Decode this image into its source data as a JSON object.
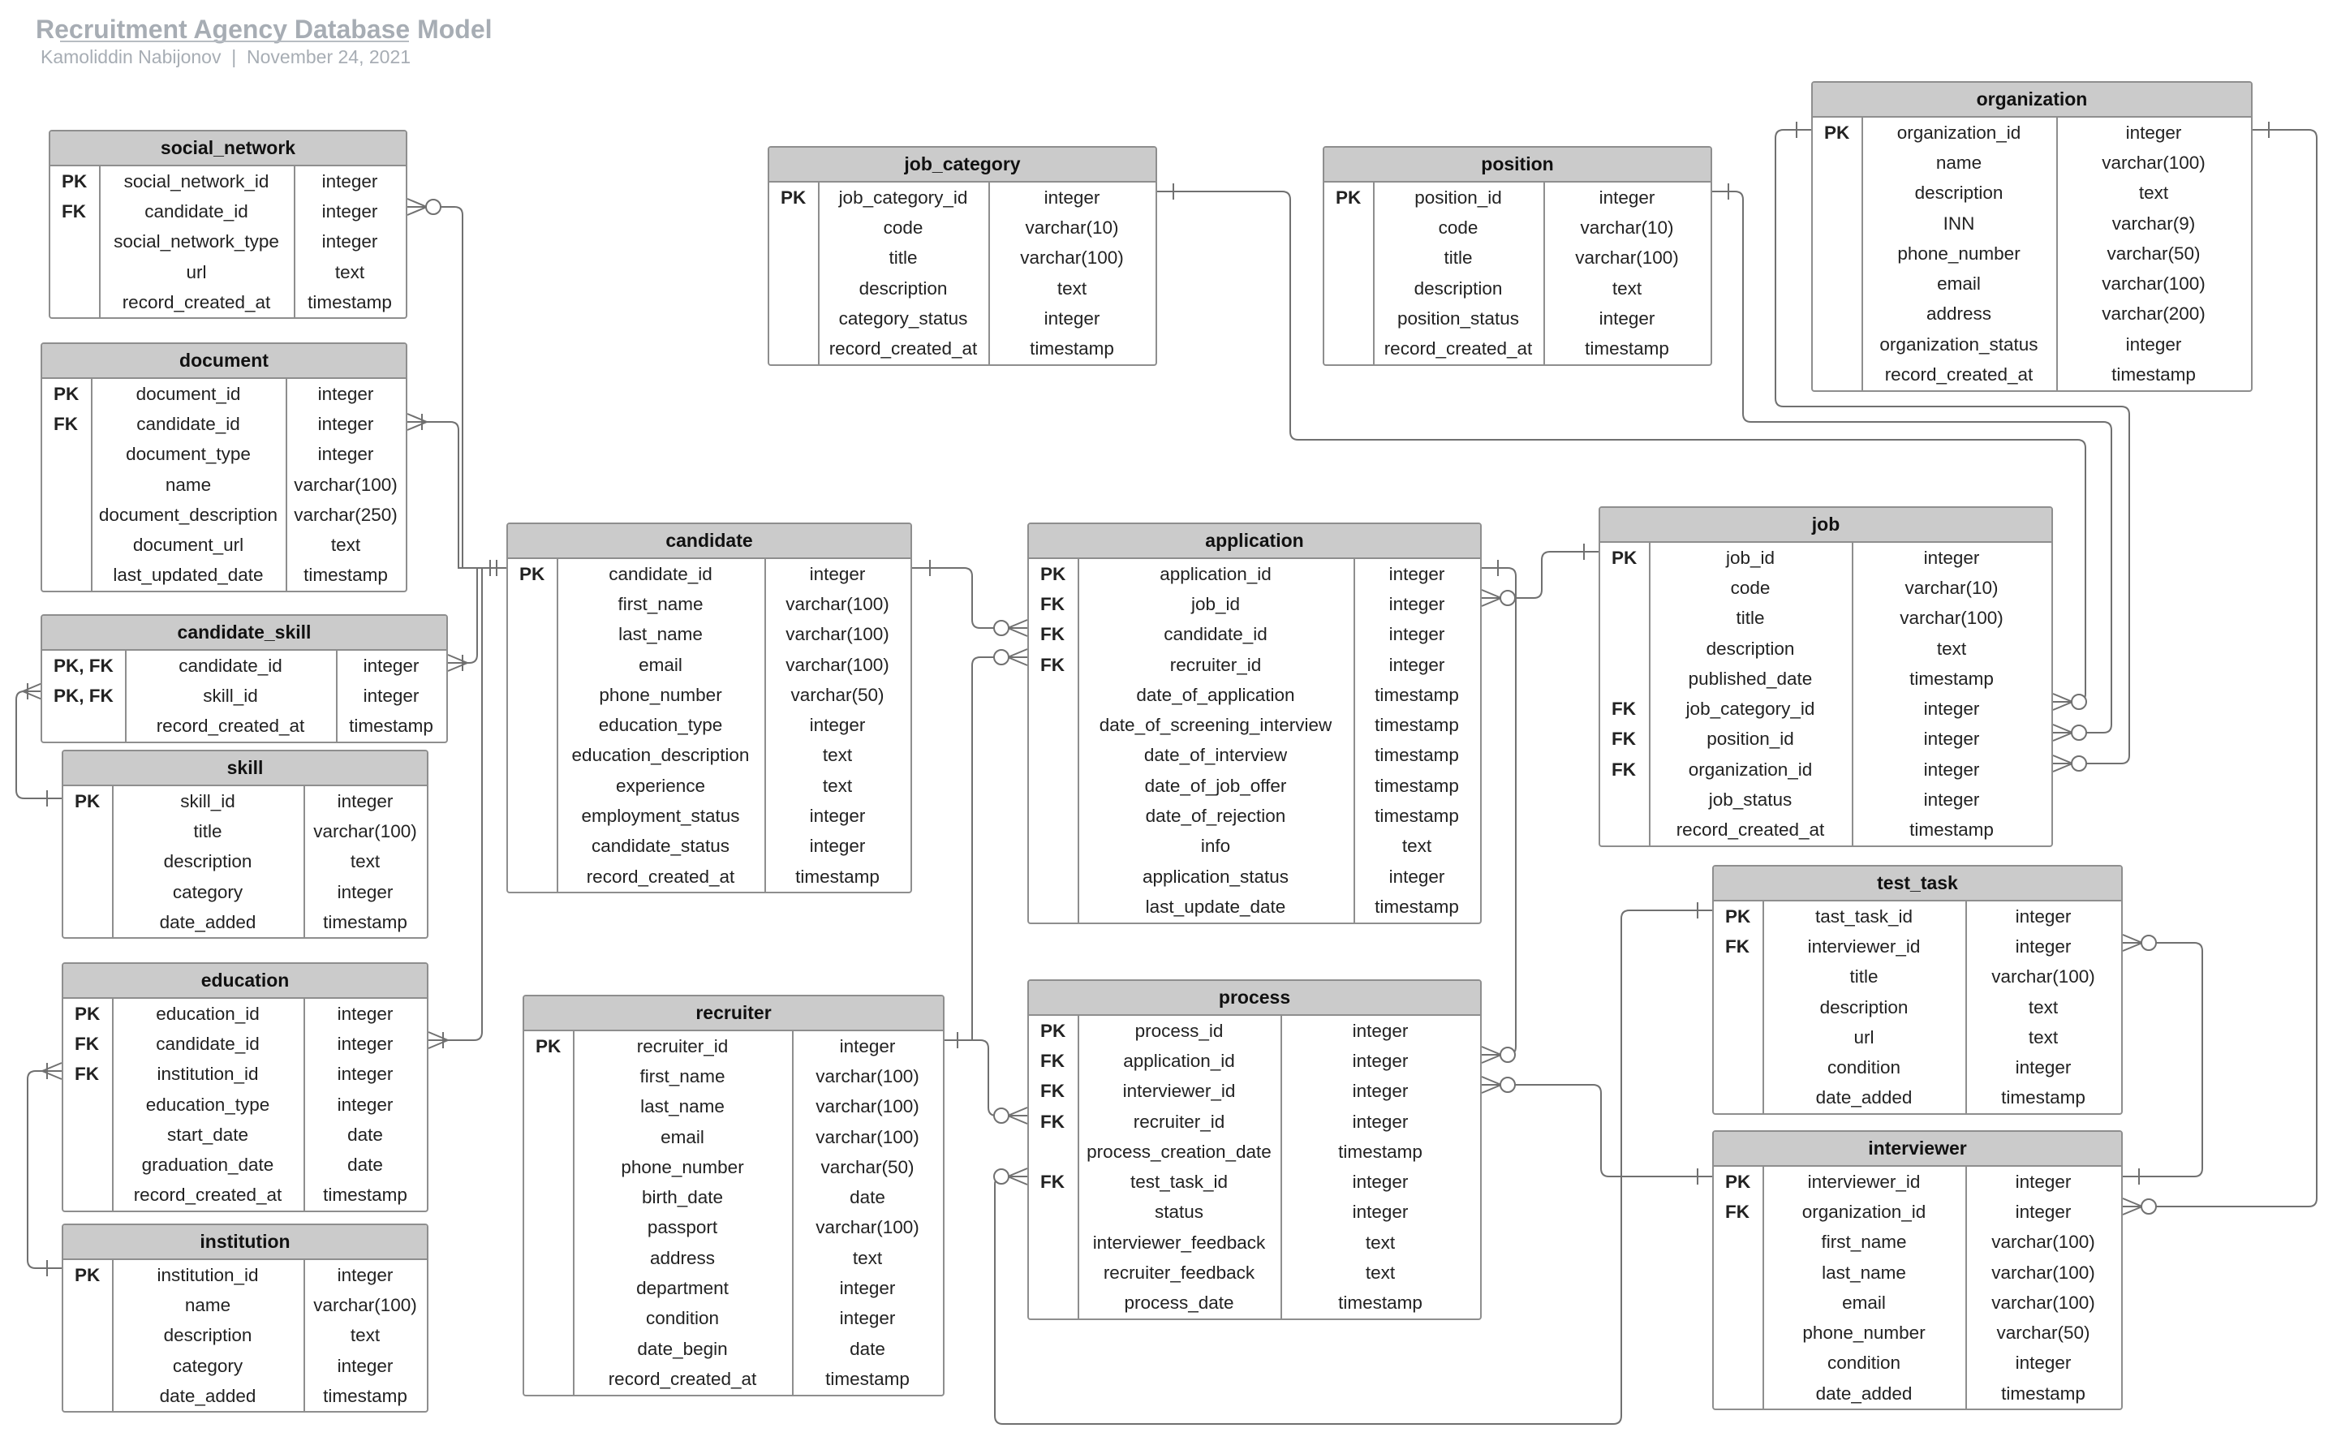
{
  "header": {
    "title": "Recruitment Agency Database Model",
    "author": "Kamoliddin Nabijonov",
    "separator": "|",
    "date": "November 24, 2021"
  },
  "colors": {
    "header_fill": "#cbcbcb",
    "border": "#8e8e8e",
    "connector": "#707070",
    "title_text": "#a7adb4"
  },
  "relationship_notation": "crow's foot",
  "tables": [
    {
      "id": "social_network",
      "name": "social_network",
      "fields": [
        {
          "key": "PK",
          "name": "social_network_id",
          "type": "integer"
        },
        {
          "key": "FK",
          "name": "candidate_id",
          "type": "integer"
        },
        {
          "key": "",
          "name": "social_network_type",
          "type": "integer"
        },
        {
          "key": "",
          "name": "url",
          "type": "text"
        },
        {
          "key": "",
          "name": "record_created_at",
          "type": "timestamp"
        }
      ]
    },
    {
      "id": "document",
      "name": "document",
      "fields": [
        {
          "key": "PK",
          "name": "document_id",
          "type": "integer"
        },
        {
          "key": "FK",
          "name": "candidate_id",
          "type": "integer"
        },
        {
          "key": "",
          "name": "document_type",
          "type": "integer"
        },
        {
          "key": "",
          "name": "name",
          "type": "varchar(100)"
        },
        {
          "key": "",
          "name": "document_description",
          "type": "varchar(250)"
        },
        {
          "key": "",
          "name": "document_url",
          "type": "text"
        },
        {
          "key": "",
          "name": "last_updated_date",
          "type": "timestamp"
        }
      ]
    },
    {
      "id": "candidate_skill",
      "name": "candidate_skill",
      "fields": [
        {
          "key": "PK, FK",
          "name": "candidate_id",
          "type": "integer"
        },
        {
          "key": "PK, FK",
          "name": "skill_id",
          "type": "integer"
        },
        {
          "key": "",
          "name": "record_created_at",
          "type": "timestamp"
        }
      ]
    },
    {
      "id": "skill",
      "name": "skill",
      "fields": [
        {
          "key": "PK",
          "name": "skill_id",
          "type": "integer"
        },
        {
          "key": "",
          "name": "title",
          "type": "varchar(100)"
        },
        {
          "key": "",
          "name": "description",
          "type": "text"
        },
        {
          "key": "",
          "name": "category",
          "type": "integer"
        },
        {
          "key": "",
          "name": "date_added",
          "type": "timestamp"
        }
      ]
    },
    {
      "id": "education",
      "name": "education",
      "fields": [
        {
          "key": "PK",
          "name": "education_id",
          "type": "integer"
        },
        {
          "key": "FK",
          "name": "candidate_id",
          "type": "integer"
        },
        {
          "key": "FK",
          "name": "institution_id",
          "type": "integer"
        },
        {
          "key": "",
          "name": "education_type",
          "type": "integer"
        },
        {
          "key": "",
          "name": "start_date",
          "type": "date"
        },
        {
          "key": "",
          "name": "graduation_date",
          "type": "date"
        },
        {
          "key": "",
          "name": "record_created_at",
          "type": "timestamp"
        }
      ]
    },
    {
      "id": "institution",
      "name": "institution",
      "fields": [
        {
          "key": "PK",
          "name": "institution_id",
          "type": "integer"
        },
        {
          "key": "",
          "name": "name",
          "type": "varchar(100)"
        },
        {
          "key": "",
          "name": "description",
          "type": "text"
        },
        {
          "key": "",
          "name": "category",
          "type": "integer"
        },
        {
          "key": "",
          "name": "date_added",
          "type": "timestamp"
        }
      ]
    },
    {
      "id": "candidate",
      "name": "candidate",
      "fields": [
        {
          "key": "PK",
          "name": "candidate_id",
          "type": "integer"
        },
        {
          "key": "",
          "name": "first_name",
          "type": "varchar(100)"
        },
        {
          "key": "",
          "name": "last_name",
          "type": "varchar(100)"
        },
        {
          "key": "",
          "name": "email",
          "type": "varchar(100)"
        },
        {
          "key": "",
          "name": "phone_number",
          "type": "varchar(50)"
        },
        {
          "key": "",
          "name": "education_type",
          "type": "integer"
        },
        {
          "key": "",
          "name": "education_description",
          "type": "text"
        },
        {
          "key": "",
          "name": "experience",
          "type": "text"
        },
        {
          "key": "",
          "name": "employment_status",
          "type": "integer"
        },
        {
          "key": "",
          "name": "candidate_status",
          "type": "integer"
        },
        {
          "key": "",
          "name": "record_created_at",
          "type": "timestamp"
        }
      ]
    },
    {
      "id": "recruiter",
      "name": "recruiter",
      "fields": [
        {
          "key": "PK",
          "name": "recruiter_id",
          "type": "integer"
        },
        {
          "key": "",
          "name": "first_name",
          "type": "varchar(100)"
        },
        {
          "key": "",
          "name": "last_name",
          "type": "varchar(100)"
        },
        {
          "key": "",
          "name": "email",
          "type": "varchar(100)"
        },
        {
          "key": "",
          "name": "phone_number",
          "type": "varchar(50)"
        },
        {
          "key": "",
          "name": "birth_date",
          "type": "date"
        },
        {
          "key": "",
          "name": "passport",
          "type": "varchar(100)"
        },
        {
          "key": "",
          "name": "address",
          "type": "text"
        },
        {
          "key": "",
          "name": "department",
          "type": "integer"
        },
        {
          "key": "",
          "name": "condition",
          "type": "integer"
        },
        {
          "key": "",
          "name": "date_begin",
          "type": "date"
        },
        {
          "key": "",
          "name": "record_created_at",
          "type": "timestamp"
        }
      ]
    },
    {
      "id": "job_category",
      "name": "job_category",
      "fields": [
        {
          "key": "PK",
          "name": "job_category_id",
          "type": "integer"
        },
        {
          "key": "",
          "name": "code",
          "type": "varchar(10)"
        },
        {
          "key": "",
          "name": "title",
          "type": "varchar(100)"
        },
        {
          "key": "",
          "name": "description",
          "type": "text"
        },
        {
          "key": "",
          "name": "category_status",
          "type": "integer"
        },
        {
          "key": "",
          "name": "record_created_at",
          "type": "timestamp"
        }
      ]
    },
    {
      "id": "application",
      "name": "application",
      "fields": [
        {
          "key": "PK",
          "name": "application_id",
          "type": "integer"
        },
        {
          "key": "FK",
          "name": "job_id",
          "type": "integer"
        },
        {
          "key": "FK",
          "name": "candidate_id",
          "type": "integer"
        },
        {
          "key": "FK",
          "name": "recruiter_id",
          "type": "integer"
        },
        {
          "key": "",
          "name": "date_of_application",
          "type": "timestamp"
        },
        {
          "key": "",
          "name": "date_of_screening_interview",
          "type": "timestamp"
        },
        {
          "key": "",
          "name": "date_of_interview",
          "type": "timestamp"
        },
        {
          "key": "",
          "name": "date_of_job_offer",
          "type": "timestamp"
        },
        {
          "key": "",
          "name": "date_of_rejection",
          "type": "timestamp"
        },
        {
          "key": "",
          "name": "info",
          "type": "text"
        },
        {
          "key": "",
          "name": "application_status",
          "type": "integer"
        },
        {
          "key": "",
          "name": "last_update_date",
          "type": "timestamp"
        }
      ]
    },
    {
      "id": "process",
      "name": "process",
      "fields": [
        {
          "key": "PK",
          "name": "process_id",
          "type": "integer"
        },
        {
          "key": "FK",
          "name": "application_id",
          "type": "integer"
        },
        {
          "key": "FK",
          "name": "interviewer_id",
          "type": "integer"
        },
        {
          "key": "FK",
          "name": "recruiter_id",
          "type": "integer"
        },
        {
          "key": "",
          "name": "process_creation_date",
          "type": "timestamp"
        },
        {
          "key": "FK",
          "name": "test_task_id",
          "type": "integer"
        },
        {
          "key": "",
          "name": "status",
          "type": "integer"
        },
        {
          "key": "",
          "name": "interviewer_feedback",
          "type": "text"
        },
        {
          "key": "",
          "name": "recruiter_feedback",
          "type": "text"
        },
        {
          "key": "",
          "name": "process_date",
          "type": "timestamp"
        }
      ]
    },
    {
      "id": "position",
      "name": "position",
      "fields": [
        {
          "key": "PK",
          "name": "position_id",
          "type": "integer"
        },
        {
          "key": "",
          "name": "code",
          "type": "varchar(10)"
        },
        {
          "key": "",
          "name": "title",
          "type": "varchar(100)"
        },
        {
          "key": "",
          "name": "description",
          "type": "text"
        },
        {
          "key": "",
          "name": "position_status",
          "type": "integer"
        },
        {
          "key": "",
          "name": "record_created_at",
          "type": "timestamp"
        }
      ]
    },
    {
      "id": "organization",
      "name": "organization",
      "fields": [
        {
          "key": "PK",
          "name": "organization_id",
          "type": "integer"
        },
        {
          "key": "",
          "name": "name",
          "type": "varchar(100)"
        },
        {
          "key": "",
          "name": "description",
          "type": "text"
        },
        {
          "key": "",
          "name": "INN",
          "type": "varchar(9)"
        },
        {
          "key": "",
          "name": "phone_number",
          "type": "varchar(50)"
        },
        {
          "key": "",
          "name": "email",
          "type": "varchar(100)"
        },
        {
          "key": "",
          "name": "address",
          "type": "varchar(200)"
        },
        {
          "key": "",
          "name": "organization_status",
          "type": "integer"
        },
        {
          "key": "",
          "name": "record_created_at",
          "type": "timestamp"
        }
      ]
    },
    {
      "id": "job",
      "name": "job",
      "fields": [
        {
          "key": "PK",
          "name": "job_id",
          "type": "integer"
        },
        {
          "key": "",
          "name": "code",
          "type": "varchar(10)"
        },
        {
          "key": "",
          "name": "title",
          "type": "varchar(100)"
        },
        {
          "key": "",
          "name": "description",
          "type": "text"
        },
        {
          "key": "",
          "name": "published_date",
          "type": "timestamp"
        },
        {
          "key": "FK",
          "name": "job_category_id",
          "type": "integer"
        },
        {
          "key": "FK",
          "name": "position_id",
          "type": "integer"
        },
        {
          "key": "FK",
          "name": "organization_id",
          "type": "integer"
        },
        {
          "key": "",
          "name": "job_status",
          "type": "integer"
        },
        {
          "key": "",
          "name": "record_created_at",
          "type": "timestamp"
        }
      ]
    },
    {
      "id": "test_task",
      "name": "test_task",
      "fields": [
        {
          "key": "PK",
          "name": "tast_task_id",
          "type": "integer"
        },
        {
          "key": "FK",
          "name": "interviewer_id",
          "type": "integer"
        },
        {
          "key": "",
          "name": "title",
          "type": "varchar(100)"
        },
        {
          "key": "",
          "name": "description",
          "type": "text"
        },
        {
          "key": "",
          "name": "url",
          "type": "text"
        },
        {
          "key": "",
          "name": "condition",
          "type": "integer"
        },
        {
          "key": "",
          "name": "date_added",
          "type": "timestamp"
        }
      ]
    },
    {
      "id": "interviewer",
      "name": "interviewer",
      "fields": [
        {
          "key": "PK",
          "name": "interviewer_id",
          "type": "integer"
        },
        {
          "key": "FK",
          "name": "organization_id",
          "type": "integer"
        },
        {
          "key": "",
          "name": "first_name",
          "type": "varchar(100)"
        },
        {
          "key": "",
          "name": "last_name",
          "type": "varchar(100)"
        },
        {
          "key": "",
          "name": "email",
          "type": "varchar(100)"
        },
        {
          "key": "",
          "name": "phone_number",
          "type": "varchar(50)"
        },
        {
          "key": "",
          "name": "condition",
          "type": "integer"
        },
        {
          "key": "",
          "name": "date_added",
          "type": "timestamp"
        }
      ]
    }
  ],
  "relationships": [
    {
      "from": "candidate",
      "to": "social_network",
      "from_card": "one",
      "to_card": "zero-or-many"
    },
    {
      "from": "candidate",
      "to": "document",
      "from_card": "one",
      "to_card": "one-or-many"
    },
    {
      "from": "candidate",
      "to": "candidate_skill",
      "from_card": "one",
      "to_card": "one-or-many"
    },
    {
      "from": "skill",
      "to": "candidate_skill",
      "from_card": "one",
      "to_card": "one-or-many"
    },
    {
      "from": "candidate",
      "to": "education",
      "from_card": "one",
      "to_card": "one-or-many"
    },
    {
      "from": "institution",
      "to": "education",
      "from_card": "one",
      "to_card": "one-or-many"
    },
    {
      "from": "candidate",
      "to": "application",
      "from_card": "one",
      "to_card": "zero-or-many"
    },
    {
      "from": "recruiter",
      "to": "application",
      "from_card": "one",
      "to_card": "zero-or-many"
    },
    {
      "from": "recruiter",
      "to": "process",
      "from_card": "one",
      "to_card": "zero-or-many"
    },
    {
      "from": "job",
      "to": "application",
      "from_card": "one",
      "to_card": "zero-or-many"
    },
    {
      "from": "application",
      "to": "process",
      "from_card": "one",
      "to_card": "zero-or-many"
    },
    {
      "from": "interviewer",
      "to": "process",
      "from_card": "one",
      "to_card": "zero-or-many"
    },
    {
      "from": "test_task",
      "to": "process",
      "from_card": "one",
      "to_card": "zero-or-many"
    },
    {
      "from": "job_category",
      "to": "job",
      "from_card": "one",
      "to_card": "zero-or-many"
    },
    {
      "from": "position",
      "to": "job",
      "from_card": "one",
      "to_card": "zero-or-many"
    },
    {
      "from": "organization",
      "to": "job",
      "from_card": "one",
      "to_card": "zero-or-many"
    },
    {
      "from": "organization",
      "to": "interviewer",
      "from_card": "one",
      "to_card": "zero-or-many"
    },
    {
      "from": "interviewer",
      "to": "test_task",
      "from_card": "one",
      "to_card": "zero-or-many"
    }
  ]
}
